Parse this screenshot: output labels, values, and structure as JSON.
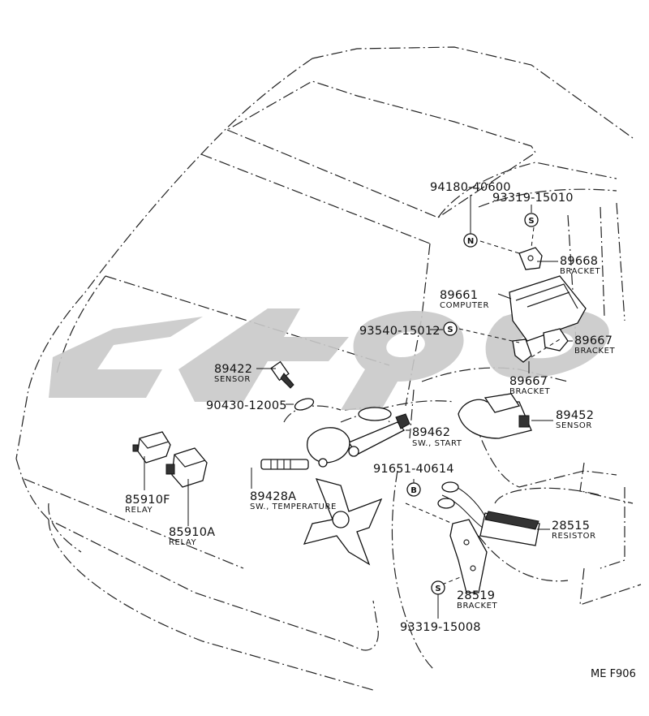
{
  "parts": {
    "p94180": {
      "number": "94180-40600"
    },
    "p93319a": {
      "number": "93319-15010"
    },
    "p89668": {
      "number": "89668",
      "name": "BRACKET"
    },
    "p89661": {
      "number": "89661",
      "name": "COMPUTER"
    },
    "p93540": {
      "number": "93540-15012"
    },
    "p89667a": {
      "number": "89667",
      "name": "BRACKET"
    },
    "p89667b": {
      "number": "89667",
      "name": "BRACKET"
    },
    "p89422": {
      "number": "89422",
      "name": "SENSOR"
    },
    "p90430": {
      "number": "90430-12005"
    },
    "p89452": {
      "number": "89452",
      "name": "SENSOR"
    },
    "p89462": {
      "number": "89462",
      "name": "SW., START"
    },
    "p91651": {
      "number": "91651-40614"
    },
    "p85910f": {
      "number": "85910F",
      "name": "RELAY"
    },
    "p89428a": {
      "number": "89428A",
      "name": "SW., TEMPERATURE"
    },
    "p85910a": {
      "number": "85910A",
      "name": "RELAY"
    },
    "p28515": {
      "number": "28515",
      "name": "RESISTOR"
    },
    "p28519": {
      "number": "28519",
      "name": "BRACKET"
    },
    "p93319b": {
      "number": "93319-15008"
    }
  },
  "symbols": {
    "n": "N",
    "s": "S",
    "b": "B"
  },
  "code": "ME F906",
  "watermark_color": "#c9c9c9"
}
